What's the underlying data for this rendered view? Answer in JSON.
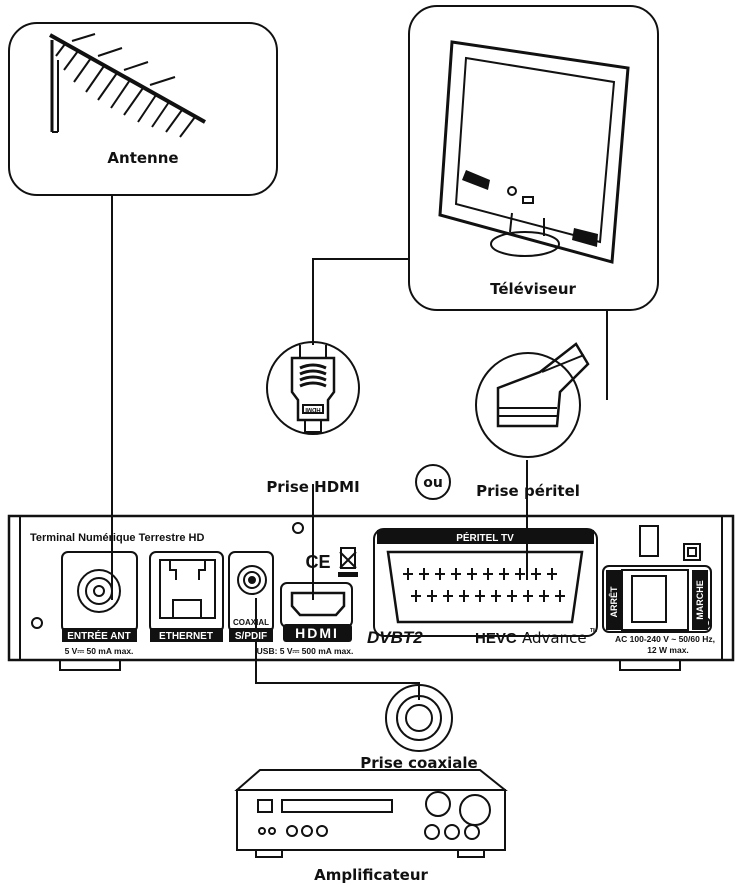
{
  "labels": {
    "antenna": "Antenne",
    "tv": "Téléviseur",
    "hdmi_plug": "Prise HDMI",
    "or": "ou",
    "scart_plug": "Prise péritel",
    "coax_plug": "Prise coaxiale",
    "amplifier": "Amplificateur"
  },
  "device": {
    "title": "Terminal Numérique Terrestre HD",
    "antenna_in": "ENTRÉE ANT",
    "antenna_power": "5 V⎓ 50 mA max.",
    "ethernet": "ETHERNET",
    "coaxial": "COAXIAL",
    "spdif": "S/PDIF",
    "usb_power": "USB: 5 V⎓ 500 mA max.",
    "hdmi": "HDMI",
    "scart_title": "PÉRITEL TV",
    "dvb_logo": "DVBT2",
    "hevc_logo": "HEVC",
    "advance": "Advance",
    "tm": "TM",
    "ac_line1": "AC 100-240 V ~ 50/60 Hz,",
    "ac_line2": "12 W max.",
    "off": "ARRÊT",
    "on": "MARCHE",
    "ce": "CE",
    "connector_label": "HDMI"
  },
  "colors": {
    "ink": "#111111",
    "panel": "#ffffff"
  }
}
